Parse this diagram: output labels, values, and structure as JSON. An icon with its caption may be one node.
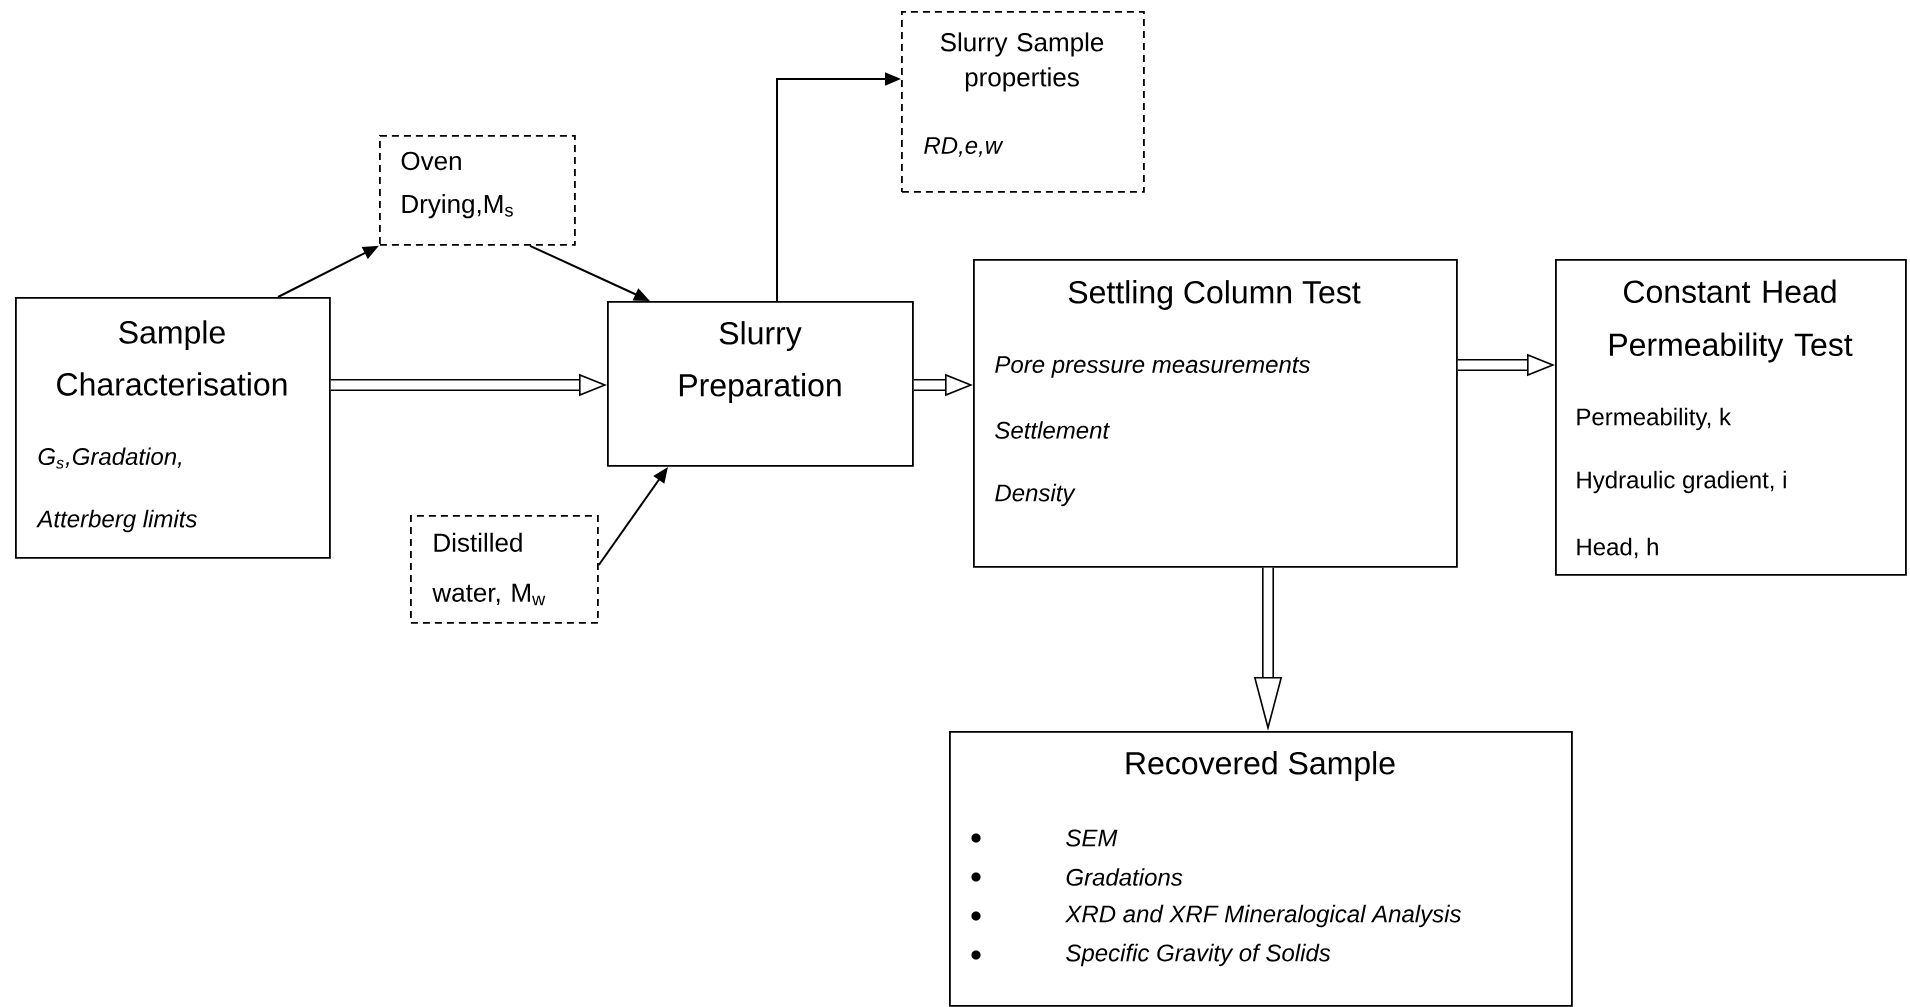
{
  "diagram": {
    "nodes": [
      {
        "text": [
          "Sample Characterisation",
          "*G$_{s}$,Gradation,*",
          "Atterberg limits"
        ]
      },
      {
        "text": [
          "Oven Drying,M$_{s}$"
        ]
      },
      {
        "text": [
          "Slurry Preparation"
        ]
      },
      {
        "text": [
          "Slurry Sample properties",
          "RD,e,w"
        ]
      },
      {
        "text": [
          "Distilled water, M$_{w}$"
        ]
      },
      {
        "text": [
          "Settling Column Test",
          "Pore pressure measurements",
          "Settlement",
          "Density"
        ]
      },
      {
        "text": [
          "Constant Head Permeability Test",
          "Permeability, k",
          "Hydraulic gradient, i",
          "Head, h"
        ]
      },
      {
        "text": [
          "Recovered Sample",
          "SEM",
          "Gradations",
          "XRD and XRF Mineralogical Analysis",
          "Specific Gravity of Solids"
        ]
      }
    ],
    "edges": [
      {
        "from": 0,
        "to": 1,
        "arrow": "to"
      },
      {
        "from": 1,
        "to": 2,
        "arrow": "to"
      },
      {
        "from": 0,
        "to": 2,
        "arrow": "to",
        "style": "thick"
      },
      {
        "from": 2,
        "to": 3,
        "arrow": "to"
      },
      {
        "from": 4,
        "to": 2,
        "arrow": "to"
      },
      {
        "from": 2,
        "to": 5,
        "arrow": "to",
        "style": "thick"
      },
      {
        "from": 5,
        "to": 6,
        "arrow": "to",
        "style": "thick"
      },
      {
        "from": 5,
        "to": 7,
        "arrow": "to",
        "style": "thick"
      }
    ]
  }
}
